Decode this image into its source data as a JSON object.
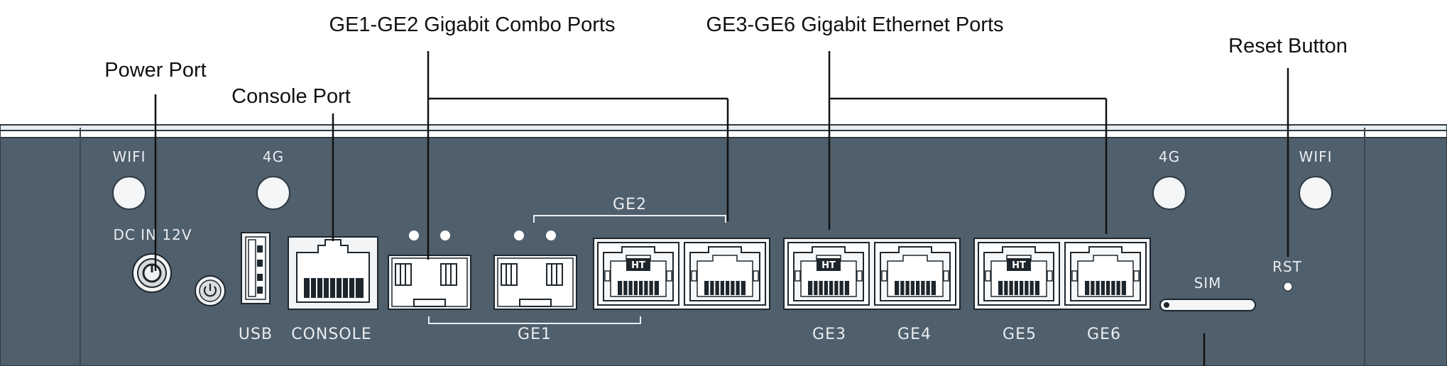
{
  "callouts": {
    "power_port": "Power Port",
    "console_port": "Console Port",
    "combo_ports": "GE1-GE2 Gigabit Combo Ports",
    "ethernet_ports": "GE3-GE6 Gigabit Ethernet Ports",
    "reset_button": "Reset Button"
  },
  "panel_labels": {
    "wifi_left": "WIFI",
    "lte_left": "4G",
    "lte_right": "4G",
    "wifi_right": "WIFI",
    "dc_in": "DC IN 12V",
    "usb": "USB",
    "console": "CONSOLE",
    "ge1": "GE1",
    "ge2": "GE2",
    "ge3": "GE3",
    "ge4": "GE4",
    "ge5": "GE5",
    "ge6": "GE6",
    "sim": "SIM",
    "rst": "RST",
    "jack_logo": "HT"
  },
  "colors": {
    "panel": "#4f5f6c",
    "panel_edge": "#3d4a55",
    "port_metal": "#f1f3f4",
    "line": "#111111"
  }
}
